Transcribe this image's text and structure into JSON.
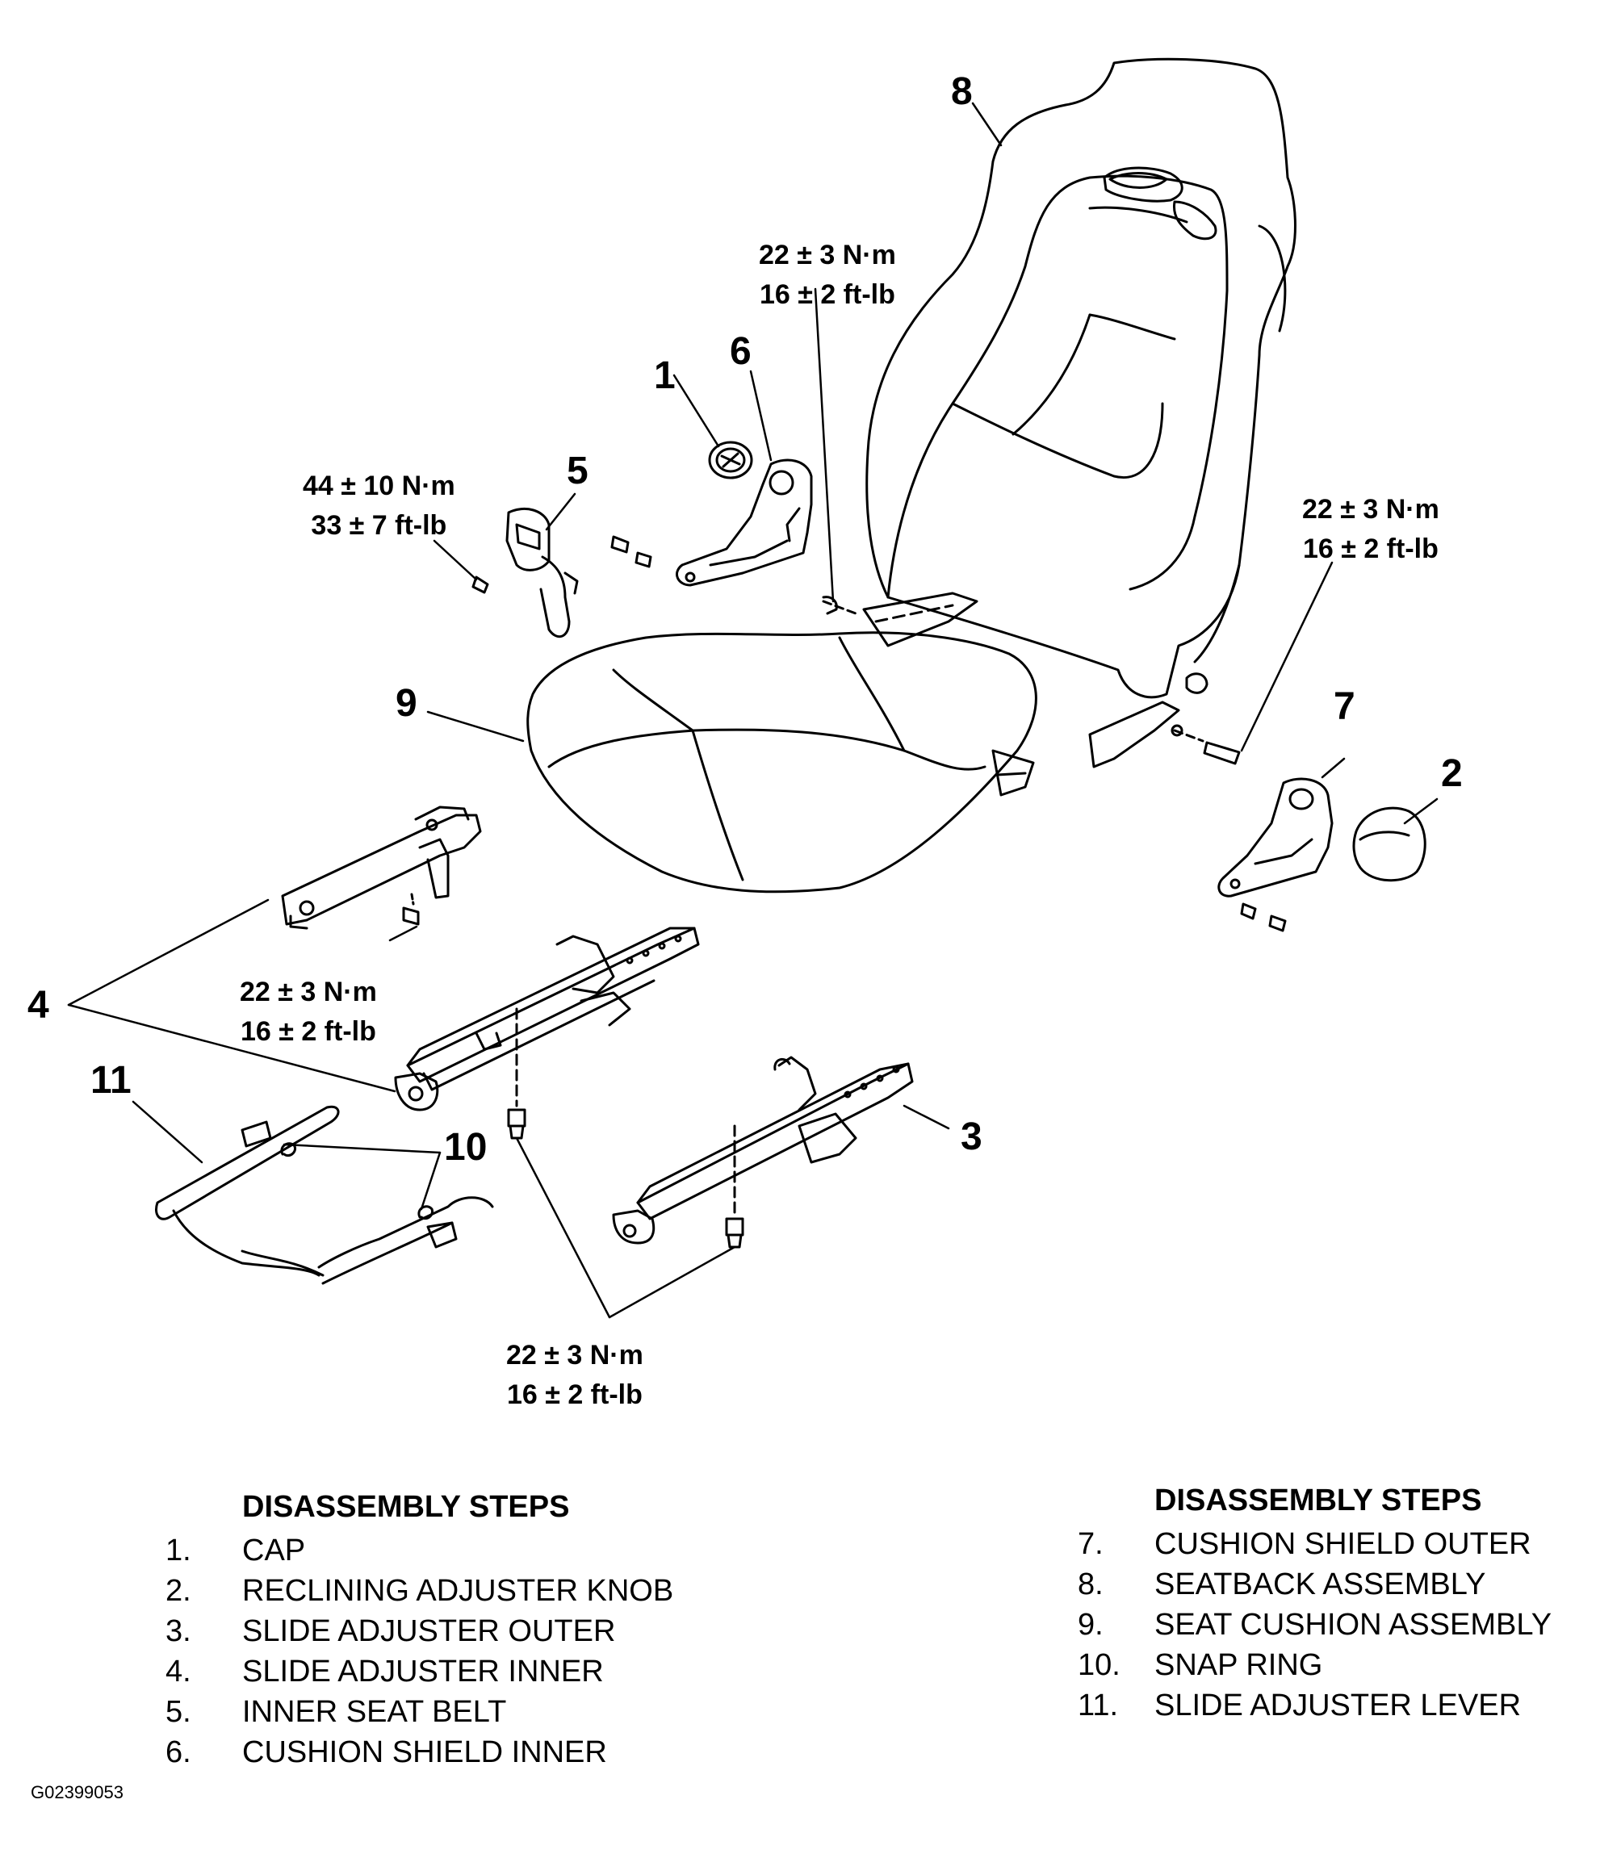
{
  "callouts": [
    "1",
    "2",
    "3",
    "4",
    "5",
    "6",
    "7",
    "8",
    "9",
    "10",
    "11"
  ],
  "torque_specs": {
    "seatback_left": {
      "nm": "22 ± 3 N·m",
      "ftlb": "16 ± 2 ft-lb"
    },
    "seatback_right": {
      "nm": "22 ± 3 N·m",
      "ftlb": "16 ± 2 ft-lb"
    },
    "seat_belt": {
      "nm": "44 ± 10 N·m",
      "ftlb": "33 ± 7 ft-lb"
    },
    "inner_rail": {
      "nm": "22 ± 3 N·m",
      "ftlb": "16 ± 2 ft-lb"
    },
    "rails_bottom": {
      "nm": "22 ± 3 N·m",
      "ftlb": "16 ± 2 ft-lb"
    }
  },
  "steps_left": {
    "heading": "DISASSEMBLY STEPS",
    "items": [
      {
        "num": "1.",
        "label": "CAP"
      },
      {
        "num": "2.",
        "label": "RECLINING ADJUSTER KNOB"
      },
      {
        "num": "3.",
        "label": "SLIDE ADJUSTER OUTER"
      },
      {
        "num": "4.",
        "label": "SLIDE ADJUSTER INNER"
      },
      {
        "num": "5.",
        "label": "INNER SEAT BELT"
      },
      {
        "num": "6.",
        "label": "CUSHION SHIELD INNER"
      }
    ]
  },
  "steps_right": {
    "heading": "DISASSEMBLY STEPS",
    "items": [
      {
        "num": "7.",
        "label": "CUSHION SHIELD OUTER"
      },
      {
        "num": "8.",
        "label": "SEATBACK ASSEMBLY"
      },
      {
        "num": "9.",
        "label": "SEAT CUSHION ASSEMBLY"
      },
      {
        "num": "10.",
        "label": "SNAP RING"
      },
      {
        "num": "11.",
        "label": "SLIDE ADJUSTER LEVER"
      }
    ]
  },
  "figure_id": "G02399053"
}
